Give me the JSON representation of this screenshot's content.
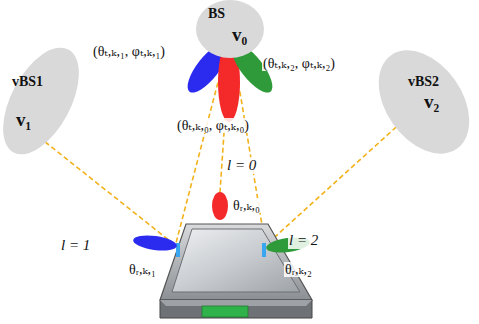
{
  "diagram": {
    "nodes": [
      {
        "text": [
          "BS",
          "v₀"
        ]
      },
      {
        "text": [
          "vBS1",
          "v₁"
        ]
      },
      {
        "text": [
          "vBS2",
          "v₂"
        ]
      }
    ],
    "labels": [
      "(θₜ,ₖ,₁, φₜ,ₖ,₁)",
      "(θₜ,ₖ,₂, φₜ,ₖ,₂)",
      "(θₜ,ₖ,₀, φₜ,ₖ,₀)",
      "l = 0",
      "l = 1",
      "l = 2",
      "θᵣ,ₖ,₀",
      "θᵣ,ₖ,₁",
      "θᵣ,ₖ,₂"
    ]
  }
}
